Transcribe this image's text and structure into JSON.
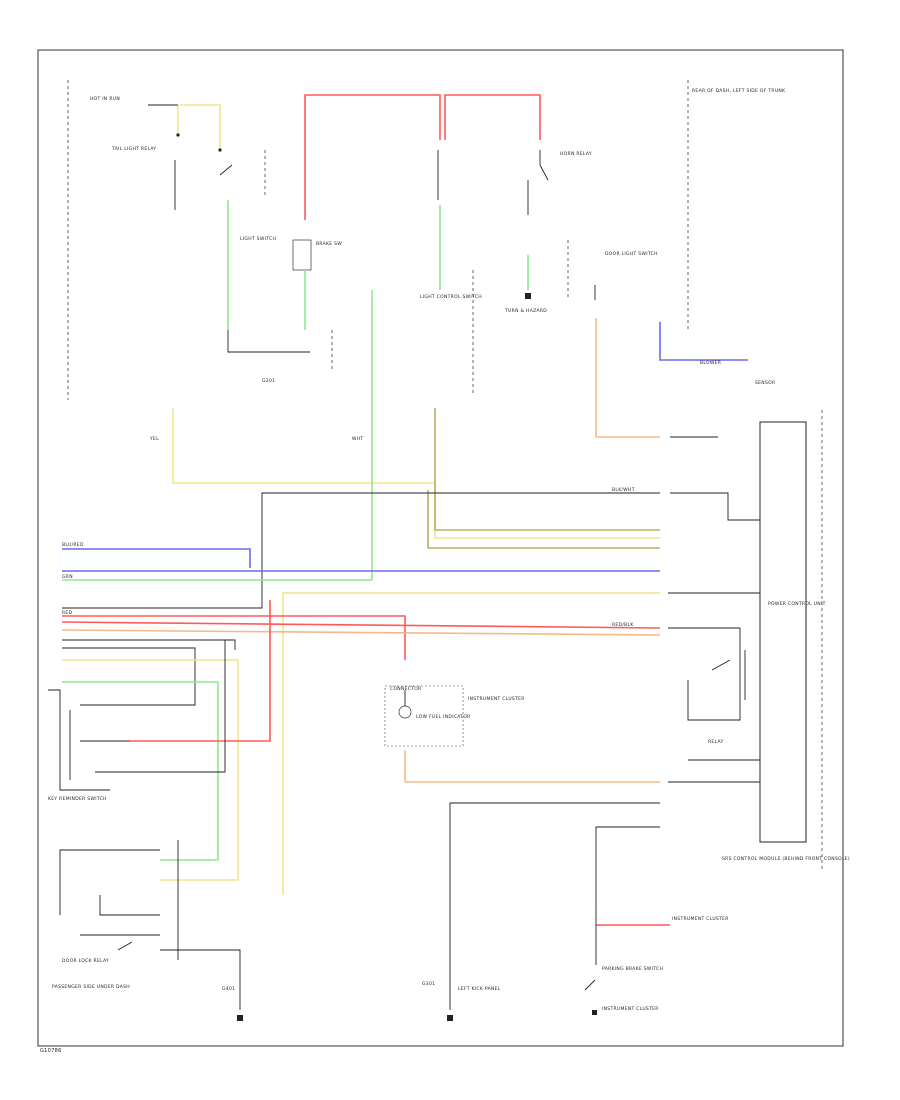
{
  "diagram": {
    "footer_code": "G10786",
    "colors": {
      "red": "#ff5a5a",
      "yellow": "#f0e68c",
      "green": "#8fe88f",
      "blue": "#6a6af0",
      "orange": "#f6b98a",
      "black": "#222222",
      "olive": "#b8b060"
    },
    "labels": {
      "top_left_feed": "HOT IN RUN",
      "tail_light_relay": "TAIL LIGHT RELAY",
      "light_switch": "LIGHT SWITCH",
      "brake_switch": "BRAKE SW",
      "light_control_switch": "LIGHT CONTROL SWITCH",
      "horn_relay": "HORN RELAY",
      "turn_hazard": "TURN & HAZARD",
      "ground_left": "G201",
      "door_switch": "DOOR LIGHT SWITCH",
      "top_right_note": "REAR OF DASH, LEFT SIDE OF TRUNK",
      "sensor": "SENSOR",
      "blower": "BLOWER",
      "wht_label": "WHT",
      "yel_label": "YEL",
      "blu_red": "BLU/RED",
      "blk_wht": "BLK/WHT",
      "grn": "GRN",
      "red": "RED",
      "red_blk": "RED/BLK",
      "module": "POWER CONTROL UNIT",
      "relay": "RELAY",
      "connector_top": "CONNECTOR",
      "instrument_cluster": "INSTRUMENT CLUSTER",
      "gauge_label": "LOW FUEL INDICATOR",
      "left_component": "KEY REMINDER SWITCH",
      "right_component_note": "SRS CONTROL MODULE (BEHIND FRONT CONSOLE)",
      "bottom_left_relay": "DOOR LOCK RELAY",
      "bottom_left_note": "PASSENGER SIDE UNDER DASH",
      "ground_mid_left": "G401",
      "ground_center": "G301",
      "center_bottom_note": "LEFT KICK PANEL",
      "right_bottom_note": "INSTRUMENT CLUSTER",
      "right_bottom_switch": "PARKING BRAKE SWITCH",
      "right_bottom_note2": "INSTRUMENT CLUSTER"
    }
  }
}
